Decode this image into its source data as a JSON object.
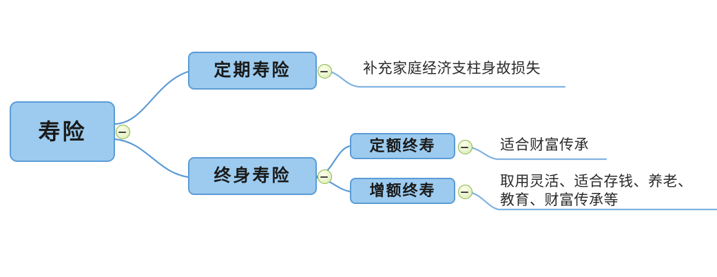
{
  "diagram": {
    "type": "mind-map",
    "title": "寿险",
    "orientation": "left-to-right",
    "colors": {
      "node_fill": "#9CCBEF",
      "node_border": "#5B9BD5",
      "connector": "#5B9BD5",
      "underline": "#7FB2E0",
      "toggle_fill": "#E6F3C4",
      "toggle_border": "#86B348",
      "text": "#1A1A1A",
      "background": "#FFFFFF"
    }
  },
  "root": {
    "label": "寿险",
    "toggle_state": "expanded",
    "toggle_glyph": "−"
  },
  "level2": [
    {
      "id": "term",
      "label": "定期寿险",
      "toggle_state": "expanded",
      "toggle_glyph": "−"
    },
    {
      "id": "whole",
      "label": "终身寿险",
      "toggle_state": "expanded",
      "toggle_glyph": "−"
    }
  ],
  "level3": [
    {
      "id": "fixed",
      "label": "定额终寿",
      "toggle_state": "expanded",
      "toggle_glyph": "−"
    },
    {
      "id": "incr",
      "label": "增额终寿",
      "toggle_state": "expanded",
      "toggle_glyph": "−"
    }
  ],
  "annotations": [
    {
      "id": "term-note",
      "parent": "定期寿险",
      "text": "补充家庭经济支柱身故损失",
      "lines": [
        "补充家庭经济支柱身故损失"
      ],
      "toggle_glyph": "−"
    },
    {
      "id": "fixed-note",
      "parent": "定额终寿",
      "text": "适合财富传承",
      "lines": [
        "适合财富传承"
      ],
      "toggle_glyph": "−"
    },
    {
      "id": "incr-note",
      "parent": "增额终寿",
      "text": "取用灵活、适合存钱、养老、\n教育、财富传承等",
      "lines": [
        "取用灵活、适合存钱、养老、",
        "教育、财富传承等"
      ],
      "toggle_glyph": "−"
    }
  ]
}
